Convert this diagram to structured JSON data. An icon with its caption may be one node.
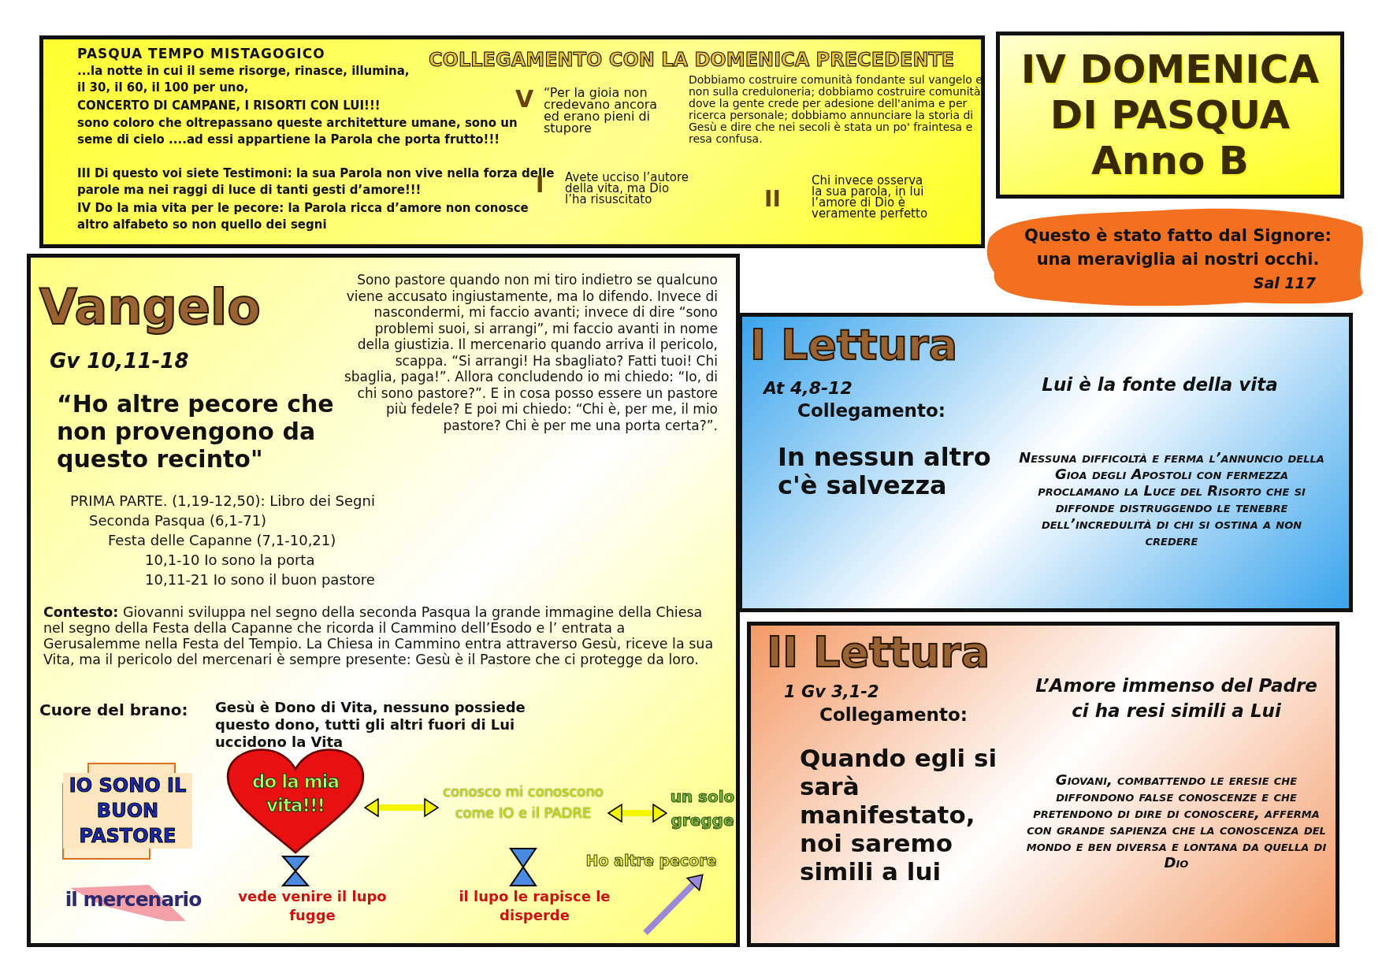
{
  "diagram": {
    "title": "IV DOMENICA DI PASQUA Anno B",
    "nodes": [
      {
        "text": [
          "PASQUA TEMPO MISTAGOGICO",
          "...la notte in cui il seme risorge, rinasce, illumina, il 30, il 60, il 100 per uno,",
          "CONCERTO DI CAMPANE, I RISORTI CON LUI!!!",
          "sono coloro che oltrepassano queste architetture umane, sono un seme di cielo ....ad essi appartiene la Parola che porta frutto!!!",
          "III Di questo voi siete Testimoni: la sua Parola non vive nella forza delle parole ma nei raggi di luce di tanti gesti d’amore!!!",
          "IV Do la mia vita per le pecore: la Parola  ricca d’amore non conosce altro alfabeto so non quello dei segni",
          "COLLEGAMENTO CON LA DOMENICA PRECEDENTE",
          "V",
          "“Per la gioia non credevano ancora ed erano pieni di stupore",
          "I",
          "Avete ucciso l’autore della vita, ma Dio l’ha risuscitato",
          "Dobbiamo costruire comunità fondante sul vangelo e non sulla creduloneria; dobbiamo costruire comunità dove la gente crede per adesione dell'anima e per ricerca personale; dobbiamo annunciare la storia di Gesù e dire che nei secoli è stata un po' fraintesa e resa confusa.",
          "II",
          "Chi invece osserva la sua parola, in lui l’amore di Dio è veramente perfetto"
        ]
      },
      {
        "text": [
          "Vangelo",
          "Gv 10,11-18",
          "“Ho altre pecore che non provengono da questo recinto\"",
          "Sono pastore quando non mi tiro indietro se qualcuno viene accusato ingiustamente, ma lo difendo. Invece di nascondermi, mi faccio avanti; invece di dire “sono problemi suoi, si arrangi”, mi faccio avanti in nome della giustizia. Il mercenario quando arriva il pericolo, scappa. “Si arrangi! Ha sbagliato? Fatti tuoi! Chi sbaglia, paga!”. Allora concludendo io mi chiedo: “Io, di chi sono pastore?”. E in cosa posso essere un pastore più fedele? E poi mi chiedo: “Chi è, per me, il mio pastore? Chi è per me una porta certa?”.",
          "PRIMA PARTE. (1,19-12,50): Libro dei Segni",
          "Seconda Pasqua (6,1-71)",
          "Festa delle Capanne (7,1-10,21)",
          "10,1-10 Io sono la porta",
          "10,11-21 Io sono il buon pastore",
          "**Contesto:** Giovanni sviluppa nel segno della seconda Pasqua la grande immagine della Chiesa nel segno della Festa della Capanne che ricorda il Cammino dell’Esodo e l’ entrata a Gerusalemme nella Festa del Tempio. La Chiesa in Cammino entra attraverso Gesù, riceve la sua Vita, ma il pericolo del mercenari è sempre presente: Gesù è il Pastore che ci protegge da loro.",
          "Cuore del brano:",
          "Gesù è Dono di Vita, nessuno possiede questo dono, tutti gli altri fuori di Lui uccidono la Vita"
        ]
      },
      {
        "text": [
          "IO SONO IL BUON PASTORE"
        ],
        "in": 1
      },
      {
        "text": [
          "il mercenario"
        ],
        "in": 1
      },
      {
        "text": [
          "do la mia vita!!!"
        ],
        "in": 1
      },
      {
        "text": [
          "conosco mi conoscono come IO e il PADRE"
        ],
        "in": 1
      },
      {
        "text": [
          "un solo gregge"
        ],
        "in": 1
      },
      {
        "text": [
          "vede venire il lupo fugge"
        ],
        "in": 1
      },
      {
        "text": [
          "il lupo le rapisce le disperde"
        ],
        "in": 1
      },
      {
        "text": [
          "Ho altre pecore"
        ],
        "in": 1
      },
      {
        "text": [
          "Questo è stato fatto dal Signore: una meraviglia ai nostri occhi.",
          "Sal 117"
        ]
      },
      {
        "text": [
          "I Lettura",
          "At 4,8-12",
          "Collegamento:",
          "Lui è la fonte della vita",
          "In nessun altro c'è salvezza",
          "Nessuna difficoltà e ferma l’annuncio della Gioa degli Apostoli con fermezza proclamano la Luce del Risorto che si diffonde distruggendo le tenebre dell’incredulità di chi si ostina a non credere"
        ]
      },
      {
        "text": [
          "II Lettura",
          "1 Gv 3,1-2",
          "Collegamento:",
          "L’Amore immenso del Padre ci ha resi simili a Lui",
          "Quando egli si sarà manifestato, noi saremo simili a lui",
          "Giovani, combattendo le eresie che diffondono false conoscenze e che pretendono di dire di conoscere, afferma con grande sapienza che la conoscenza del mondo e ben diversa e lontana da quella di Dio"
        ]
      }
    ],
    "edges": [
      {
        "from": 4,
        "to": 5,
        "arrow": "both",
        "color": "#f5f500"
      },
      {
        "from": 5,
        "to": 6,
        "arrow": "both",
        "color": "#f5f500"
      },
      {
        "from": 4,
        "to": 7,
        "arrow": "other",
        "color": "#4a8ae0"
      },
      {
        "from": 5,
        "to": 8,
        "arrow": "other",
        "color": "#4a8ae0"
      },
      {
        "from": null,
        "to": 9,
        "arrow": "to",
        "color": "#9a88d8"
      }
    ]
  }
}
